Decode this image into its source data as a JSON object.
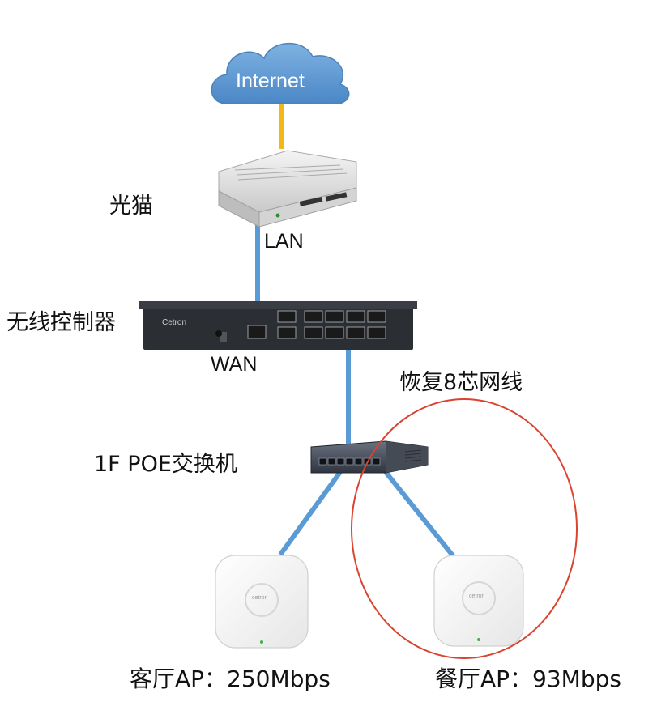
{
  "cloud": {
    "label": "Internet"
  },
  "modem": {
    "label": "光猫",
    "port_label": "LAN"
  },
  "controller": {
    "label": "无线控制器",
    "brand": "Cetron",
    "port_label": "WAN"
  },
  "note": {
    "label": "恢复8芯网线"
  },
  "switch": {
    "label": "1F POE交换机"
  },
  "aps": [
    {
      "label": "客厅AP：250Mbps",
      "brand": "cetron"
    },
    {
      "label": "餐厅AP：93Mbps",
      "brand": "cetron"
    }
  ],
  "colors": {
    "cable": "#5b9bd5",
    "internet_link": "#f2b817",
    "highlight": "#d9432f",
    "cloud": "#5b9bd5"
  }
}
